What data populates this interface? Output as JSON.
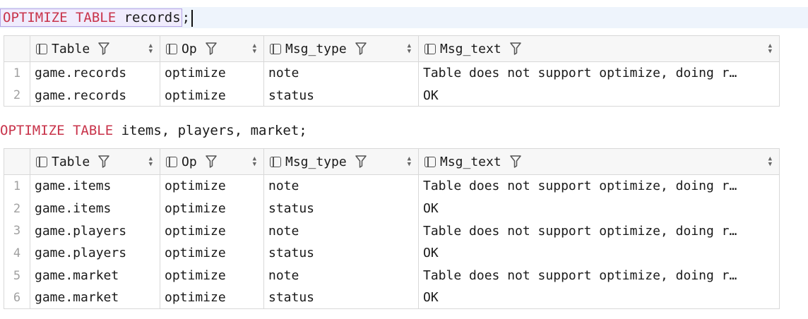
{
  "statement1": {
    "keyword": "OPTIMIZE TABLE",
    "rest": " records",
    "semicolon": ";"
  },
  "statement2": {
    "keyword": "OPTIMIZE TABLE",
    "rest": " items, players, market;"
  },
  "columns": [
    "Table",
    "Op",
    "Msg_type",
    "Msg_text"
  ],
  "result1": {
    "rows": [
      {
        "num": "1",
        "table": "game.records",
        "op": "optimize",
        "msg_type": "note",
        "msg_text": "Table does not support optimize, doing r…"
      },
      {
        "num": "2",
        "table": "game.records",
        "op": "optimize",
        "msg_type": "status",
        "msg_text": "OK"
      }
    ]
  },
  "result2": {
    "rows": [
      {
        "num": "1",
        "table": "game.items",
        "op": "optimize",
        "msg_type": "note",
        "msg_text": "Table does not support optimize, doing r…"
      },
      {
        "num": "2",
        "table": "game.items",
        "op": "optimize",
        "msg_type": "status",
        "msg_text": "OK"
      },
      {
        "num": "3",
        "table": "game.players",
        "op": "optimize",
        "msg_type": "note",
        "msg_text": "Table does not support optimize, doing r…"
      },
      {
        "num": "4",
        "table": "game.players",
        "op": "optimize",
        "msg_type": "status",
        "msg_text": "OK"
      },
      {
        "num": "5",
        "table": "game.market",
        "op": "optimize",
        "msg_type": "note",
        "msg_text": "Table does not support optimize, doing r…"
      },
      {
        "num": "6",
        "table": "game.market",
        "op": "optimize",
        "msg_type": "status",
        "msg_text": "OK"
      }
    ]
  },
  "icons": {
    "column": "column-icon",
    "filter": "filter-funnel-icon",
    "sort": "sort-arrows-icon"
  }
}
